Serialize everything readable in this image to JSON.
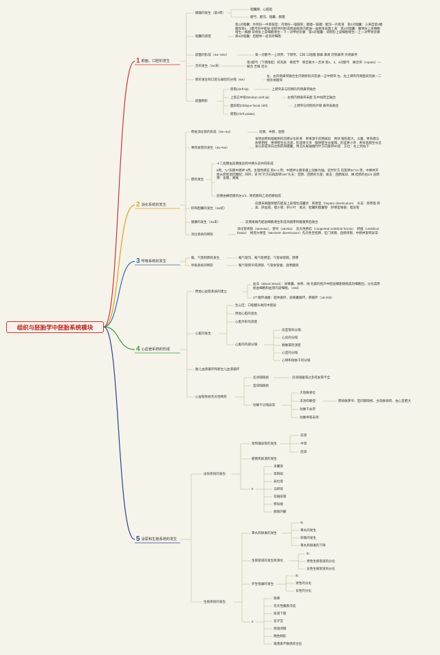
{
  "root_title": "组织与胚胎学中胚胎系统模块",
  "colors": {
    "s1": "#c8362e",
    "s2": "#e0a11b",
    "s3": "#2f6ea5",
    "s4": "#3a9a3a",
    "s5": "#2b3d8f",
    "line": "#b9ae8e"
  },
  "sections": [
    {
      "num": "1",
      "title": "颜面、口腔的发生"
    },
    {
      "num": "2",
      "title": "消化系统的发生"
    },
    {
      "num": "3",
      "title": "呼吸系统的发生"
    },
    {
      "num": "4",
      "title": "心血管系统的形成"
    },
    {
      "num": "5",
      "title": "泌尿和生殖系统的发生"
    }
  ],
  "s1": {
    "n1": "鳃器的发生（第4周）",
    "n1a": "咽囊腺、心脏起",
    "n1b": "鳃弓、鳃沟、咽囊、鳃膜",
    "n2": "咽囊的演变",
    "n2t": "第1对咽囊：外侧份—中耳鼓室；内侧份—咽鼓管；鳃膜—鼓膜；鳃沟—外耳道　第2对咽囊：斗来自第2鳃膜和第1、2鳃弓的中胚层 组织共同形成腭扁桃体内胚层—扁桃体表面上皮　第3对咽囊：腹侧份上皮细胞增生—胸腺 背侧份上皮细胞增生—下一对甲状旁腺　第4对咽囊：背侧份上皮细胞增生—上一对甲状旁腺　第5对咽囊：后鳃体—滤泡旁细胞",
    "n3": "颜面的形成（4w~10w）",
    "n3t": "第一对鳃弓—上颌突、下颌突、口凹 口咽膜 额鼻 鼻窝 内侧鼻突 外侧鼻突",
    "n4": "舌的发生（4w末）",
    "n4t": "第1鳃弓（下颌隆起）间充质　奇结节　侧舌膨大—舌体 第2、3、4对鳃弓　联合突（copula）—联合 舌根 舌尖",
    "n5": "腭的发生和口腔与鼻腔的分隔（6w）",
    "n5t": "左、右内侧鼻突融合生内侧腭的间充质—正中腭突 左、右上颌突内侧面间充质—二侧外侧腭突",
    "n6": "颜面畸形",
    "n6a": "唇裂(cleft lip)",
    "n6at": "上颌突未与同侧的内侧鼻突融合",
    "n6b": "上唇正中裂(Median cleft lip)",
    "n6bt": "左侧内侧鼻突未能 在中线完全融合",
    "n6c": "面斜裂(Oblique facial cleft)",
    "n6ct": "上颌突与同侧的外侧 鼻突未融合",
    "n6d": "腭裂(Cleft palate)"
  },
  "s2": {
    "n1": "原始消化管的形成（3w~4w）",
    "n1t": "前肠、中肠、后肠",
    "n2": "胃和食管的发生（4w~5w）",
    "n2t": "食管由原始咽尾侧的前肠分化形来　胃来源于前肠尾段　胃状 喉形膨大，以腹，胃系膜与体壁相连　胃侧壁生长迅速，形成胃大弯　腹侧壁生长缓慢，形成胃小弯　胃背系膜生长迅速以形成突向左侧的网膜囊，胃沿头尾轴顺时针方向旋转90度　方位：左上到右下",
    "n3": "肠的发生",
    "n3a": "十二指肠由前肠尾段和中肠头段共同形成",
    "n3b": "5周，\"U\"形肠中肠袢 6周，生理性脐疝 第8~4 周，中肠袢以肠系膜上动脉为轴，逆时针方 向旋转90°10 周，中肠袢开始从脐腔退回腹腔；同时，逆 时 针方向再旋转180°头支：空肠、回肠的大部；尾支：回肠尾段、横 结肠的右2/3 盲肠芽：盲肠，阑尾",
    "n3c": "后肠由横结肠的左1/3、降结肠和乙状结肠组成",
    "n4": "肝和胆囊的发生（4w初）",
    "n4t": "前肠末端腹侧壁内胚层上皮增生成囊状　肝憩室（hepatic diverticulum）　头支：肝原基 肝索、肝血窦、胆小管、肝小叶　尾支：胆囊和胆囊管　肝憩室根部：胆总管",
    "n5": "胰腺的发生（4w末）",
    "n5t": "前肠尾端内胚层细胞增生形成背胰芽和腹胰芽后融合",
    "n6": "消化系统的畸形",
    "n6t": "消化管闭锁（stenosis）、狭窄（atresia）　先天性脐疝（congenital umbilical hernia）　脐瘘（umbilical fistula）　梅克尔憩室（Meckels' diverticulum）先天性巨结肠、肛门闭锁、直肠闭锁、中肠袢旋转异常"
  },
  "s3": {
    "n1": "喉、气管和肺的发生",
    "n1t": "喉气管沟、喉气管憩室、气管食管隔、肺芽",
    "n2": "呼吸系统的畸形",
    "n2t": "喉气管狭窄或闭锁、气管食管瘘、透明膜病"
  },
  "s4": {
    "n1": "原始心血管系统的建立",
    "n1a": "血岛（Blood island）：卵黄囊、体蒂、绒 毛膜的胚外中胚层细胞增殖成的细胞团。分化成原始血细胞和血管内皮细胞。（15d）",
    "n1b": "3个循环通路：胚体循环，卵黄囊循环，脐循环（18-20d）",
    "n2": "心脏的发生",
    "n2a": "生心区：口咽膜头端的中胚层",
    "n2b": "原始心脏的发生",
    "n2c": "心脏外形的演变",
    "n2d": "心脏的内部分隔",
    "n2d1": "房室管的分隔",
    "n2d2": "心房的分隔",
    "n2d3": "静脉窦的演变",
    "n2d4": "心室的分隔",
    "n2d5": "心球和动脉干的分隔",
    "n3": "胎儿血液循环和新生儿血液循环",
    "n4": "心血管系统先天性畸形",
    "n4a": "房间隔缺损",
    "n4at": "房间隔瘤或过多或发育不全",
    "n4b": "室间隔缺损",
    "n4c": "动脉干分隔异常",
    "n4c1": "大动脉易位",
    "n4c2": "法洛四联症",
    "n4c2t": "肺动脉狭窄、室间隔缺损、主动脉骑跨、右心室肥大",
    "n4c3": "动脉干永存",
    "n4c4": "动脉导管未闭"
  },
  "s5": {
    "u": "泌尿系统的发生",
    "u1": "肾和输尿管的发生",
    "u1a": "前肾",
    "u1b": "中肾",
    "u1c": "后肾",
    "u2": "膀胱和尿道的发生",
    "u3": "II",
    "u3a": "多囊肾",
    "u3b": "肾缺如",
    "u3c": "异位肾",
    "u3d": "马蹄肾",
    "u3e": "双输尿管",
    "u3f": "脐尿瘘",
    "u3g": "膀胱外翻",
    "g": "生殖系统的发生",
    "g1": "睾丸和卵巢的发生",
    "g1a": "Ib",
    "g1b": "睾丸的发生",
    "g1c": "卵巢的发生",
    "g1d": "睾丸和卵巢的下降",
    "g2": "生殖管道的发生和演化",
    "g2a": "Ib",
    "g2b": "男性生殖管道的分化",
    "g2c": "女性生殖管道的分化",
    "g3": "外生殖器的发生",
    "g3a": "Ib",
    "g3b": "男性的分化",
    "g3c": "女性的分化",
    "g4": "II",
    "g4a": "隐睾",
    "g4b": "先天性腹股沟疝",
    "g4c": "尿道下裂",
    "g4d": "双子宫",
    "g4e": "阴道闭锁",
    "g4f": "两性畸形",
    "g4g": "雄激素不敏感综合征"
  }
}
